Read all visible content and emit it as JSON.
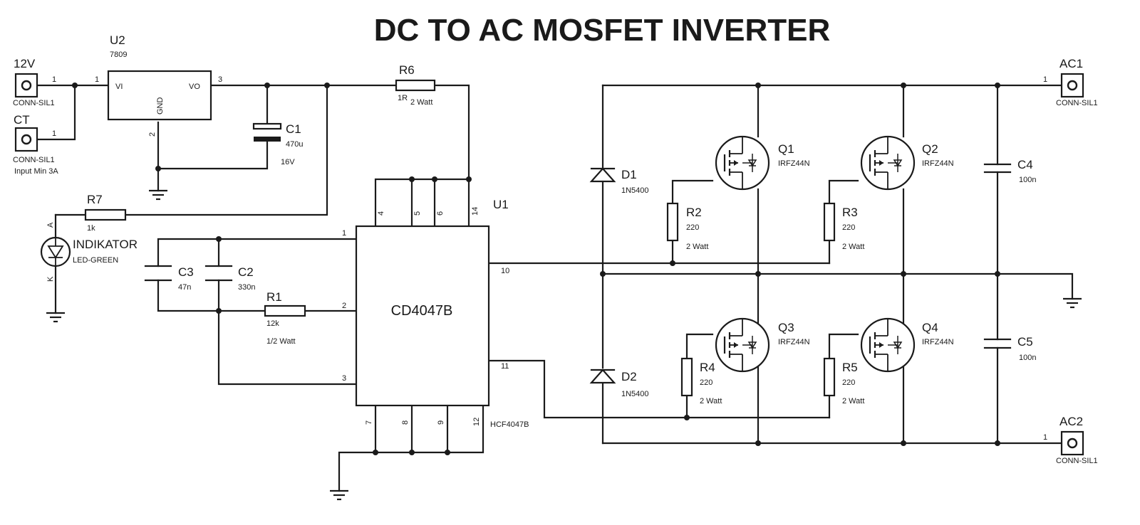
{
  "title": "DC TO AC MOSFET INVERTER",
  "connectors": {
    "j12v": {
      "ref": "12V",
      "value": "CONN-SIL1",
      "pin": "1"
    },
    "jct": {
      "ref": "CT",
      "value": "CONN-SIL1",
      "pin": "1",
      "note": "Input Min 3A"
    },
    "jac1": {
      "ref": "AC1",
      "value": "CONN-SIL1",
      "pin": "1"
    },
    "jac2": {
      "ref": "AC2",
      "value": "CONN-SIL1",
      "pin": "1"
    }
  },
  "u2": {
    "ref": "U2",
    "value": "7809",
    "vi": "VI",
    "vo": "VO",
    "gnd": "GND",
    "pin_in": "1",
    "pin_out": "3",
    "pin_gnd": "2"
  },
  "u1": {
    "ref": "U1",
    "value": "CD4047B",
    "alt": "HCF4047B",
    "pins": {
      "p1": "1",
      "p2": "2",
      "p3": "3",
      "p4": "4",
      "p5": "5",
      "p6": "6",
      "p7": "7",
      "p8": "8",
      "p9": "9",
      "p10": "10",
      "p11": "11",
      "p12": "12",
      "p14": "14"
    }
  },
  "resistors": {
    "r1": {
      "ref": "R1",
      "value": "12k",
      "power": "1/2 Watt"
    },
    "r2": {
      "ref": "R2",
      "value": "220",
      "power": "2 Watt"
    },
    "r3": {
      "ref": "R3",
      "value": "220",
      "power": "2 Watt"
    },
    "r4": {
      "ref": "R4",
      "value": "220",
      "power": "2 Watt"
    },
    "r5": {
      "ref": "R5",
      "value": "220",
      "power": "2 Watt"
    },
    "r6": {
      "ref": "R6",
      "value": "1R",
      "power": "2 Watt"
    },
    "r7": {
      "ref": "R7",
      "value": "1k"
    }
  },
  "capacitors": {
    "c1": {
      "ref": "C1",
      "value": "470u",
      "voltage": "16V"
    },
    "c2": {
      "ref": "C2",
      "value": "330n"
    },
    "c3": {
      "ref": "C3",
      "value": "47n"
    },
    "c4": {
      "ref": "C4",
      "value": "100n"
    },
    "c5": {
      "ref": "C5",
      "value": "100n"
    }
  },
  "diodes": {
    "d1": {
      "ref": "D1",
      "value": "1N5400"
    },
    "d2": {
      "ref": "D2",
      "value": "1N5400"
    }
  },
  "led": {
    "ref": "INDIKATOR",
    "value": "LED-GREEN",
    "anode": "A",
    "cathode": "K"
  },
  "mosfets": {
    "q1": {
      "ref": "Q1",
      "value": "IRFZ44N"
    },
    "q2": {
      "ref": "Q2",
      "value": "IRFZ44N"
    },
    "q3": {
      "ref": "Q3",
      "value": "IRFZ44N"
    },
    "q4": {
      "ref": "Q4",
      "value": "IRFZ44N"
    }
  }
}
